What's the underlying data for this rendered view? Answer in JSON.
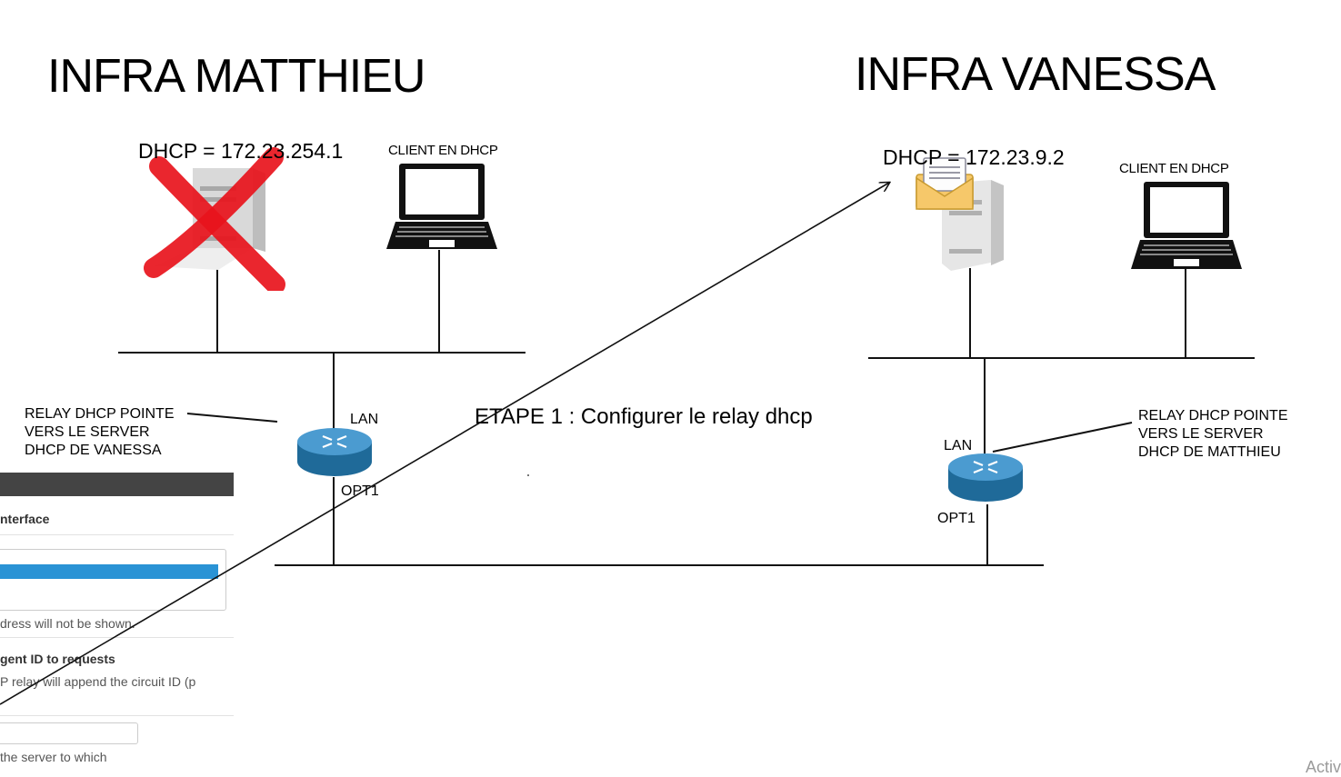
{
  "left": {
    "title": "INFRA MATTHIEU",
    "dhcp": "DHCP = 172.23.254.1",
    "client": "CLIENT EN DHCP",
    "relay": "RELAY DHCP POINTE\nVERS LE SERVER\nDHCP DE VANESSA",
    "lan": "LAN",
    "opt1": "OPT1"
  },
  "right": {
    "title": "INFRA VANESSA",
    "dhcp": "DHCP = 172.23.9.2",
    "client": "CLIENT EN DHCP",
    "relay": "RELAY DHCP POINTE\nVERS LE SERVER\nDHCP DE MATTHIEU",
    "lan": "LAN",
    "opt1": "OPT1"
  },
  "step": "ETAPE 1 : Configurer le relay dhcp",
  "panel": {
    "interface": "nterface",
    "note1": "dress will not be shown.",
    "agent": "gent ID to requests",
    "note2": "P relay will append the circuit ID (p",
    "note3": "the server to which"
  },
  "watermark": "Activ",
  "colors": {
    "cross": "#e8141c",
    "router": "#2f7fb0",
    "selection": "#2a93d5"
  }
}
